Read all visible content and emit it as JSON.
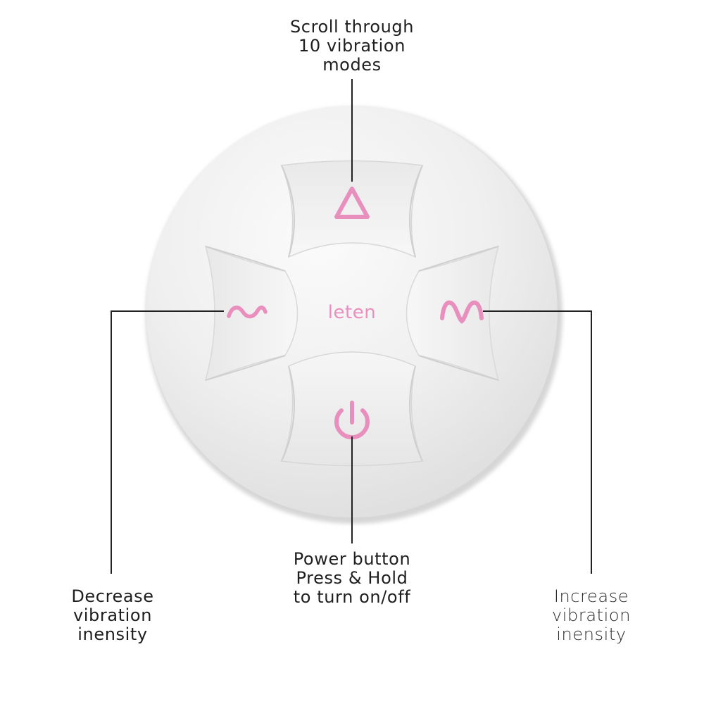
{
  "device": {
    "brand": "leten",
    "body_color": "#ececec",
    "icon_color": "#e98fbd",
    "line_color": "#222222"
  },
  "callouts": {
    "mode": {
      "icon": "triangle-up-icon",
      "lines": [
        "Scroll through",
        "10 vibration",
        "modes"
      ]
    },
    "power": {
      "icon": "power-icon",
      "lines": [
        "Power button",
        "Press & Hold",
        "to turn on/off"
      ]
    },
    "decrease": {
      "icon": "small-wave-icon",
      "lines": [
        "Decrease",
        "vibration",
        "inensity"
      ]
    },
    "increase": {
      "icon": "large-wave-icon",
      "lines": [
        "Increase",
        "vibration",
        "inensity"
      ]
    }
  }
}
